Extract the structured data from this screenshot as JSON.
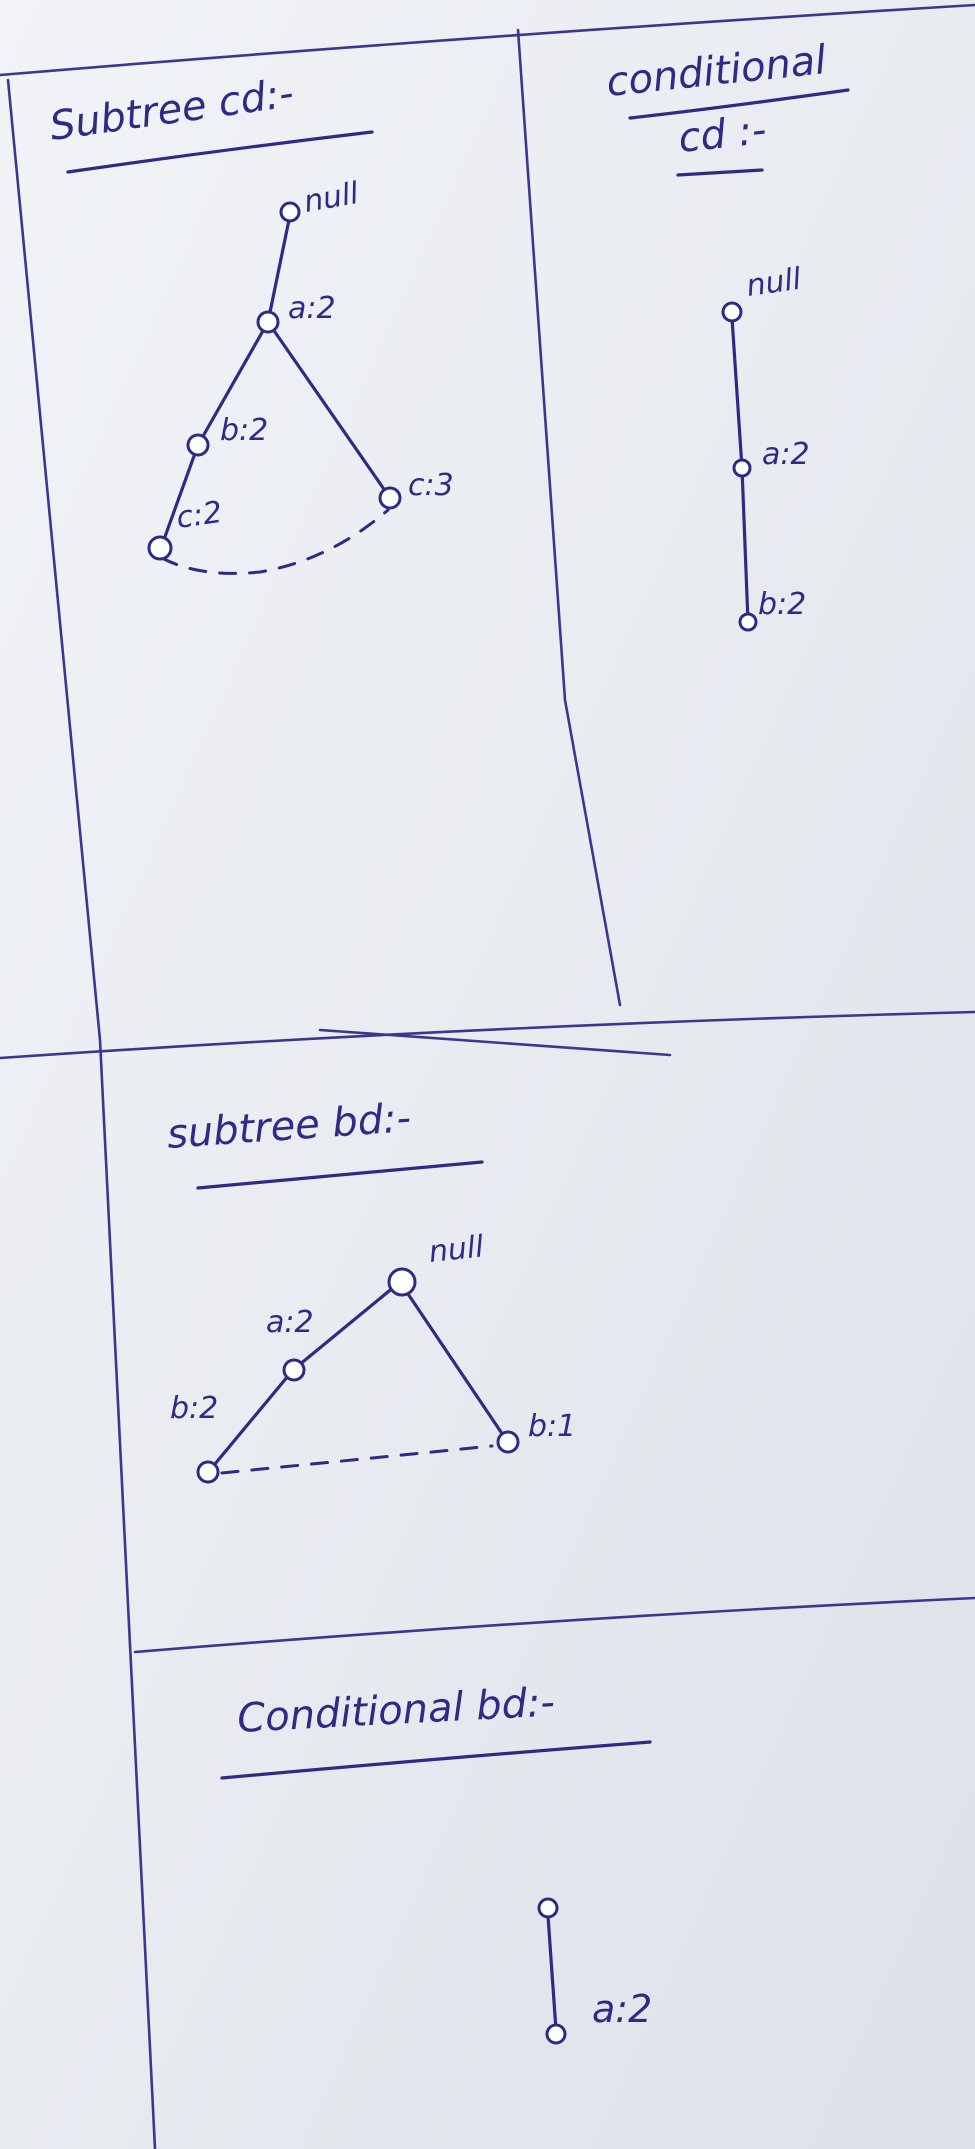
{
  "sections": {
    "cd_subtree": {
      "heading": "Subtree cd:-",
      "nodes": {
        "root": "null",
        "a": "a:2",
        "b": "b:2",
        "c": "c:2",
        "c_right": "c:3"
      }
    },
    "cd_conditional": {
      "heading_line1": "conditional",
      "heading_line2": "cd :-",
      "nodes": {
        "root": "null",
        "a": "a:2",
        "b": "b:2"
      }
    },
    "bd_subtree": {
      "heading": "subtree bd:-",
      "nodes": {
        "root": "null",
        "a": "a:2",
        "b": "b:2",
        "b_right": "b:1"
      }
    },
    "bd_conditional": {
      "heading": "Conditional bd:-",
      "nodes": {
        "a": "a:2"
      }
    }
  },
  "colors": {
    "ink": "#2e2a86",
    "paper": "#e9ecf1"
  }
}
